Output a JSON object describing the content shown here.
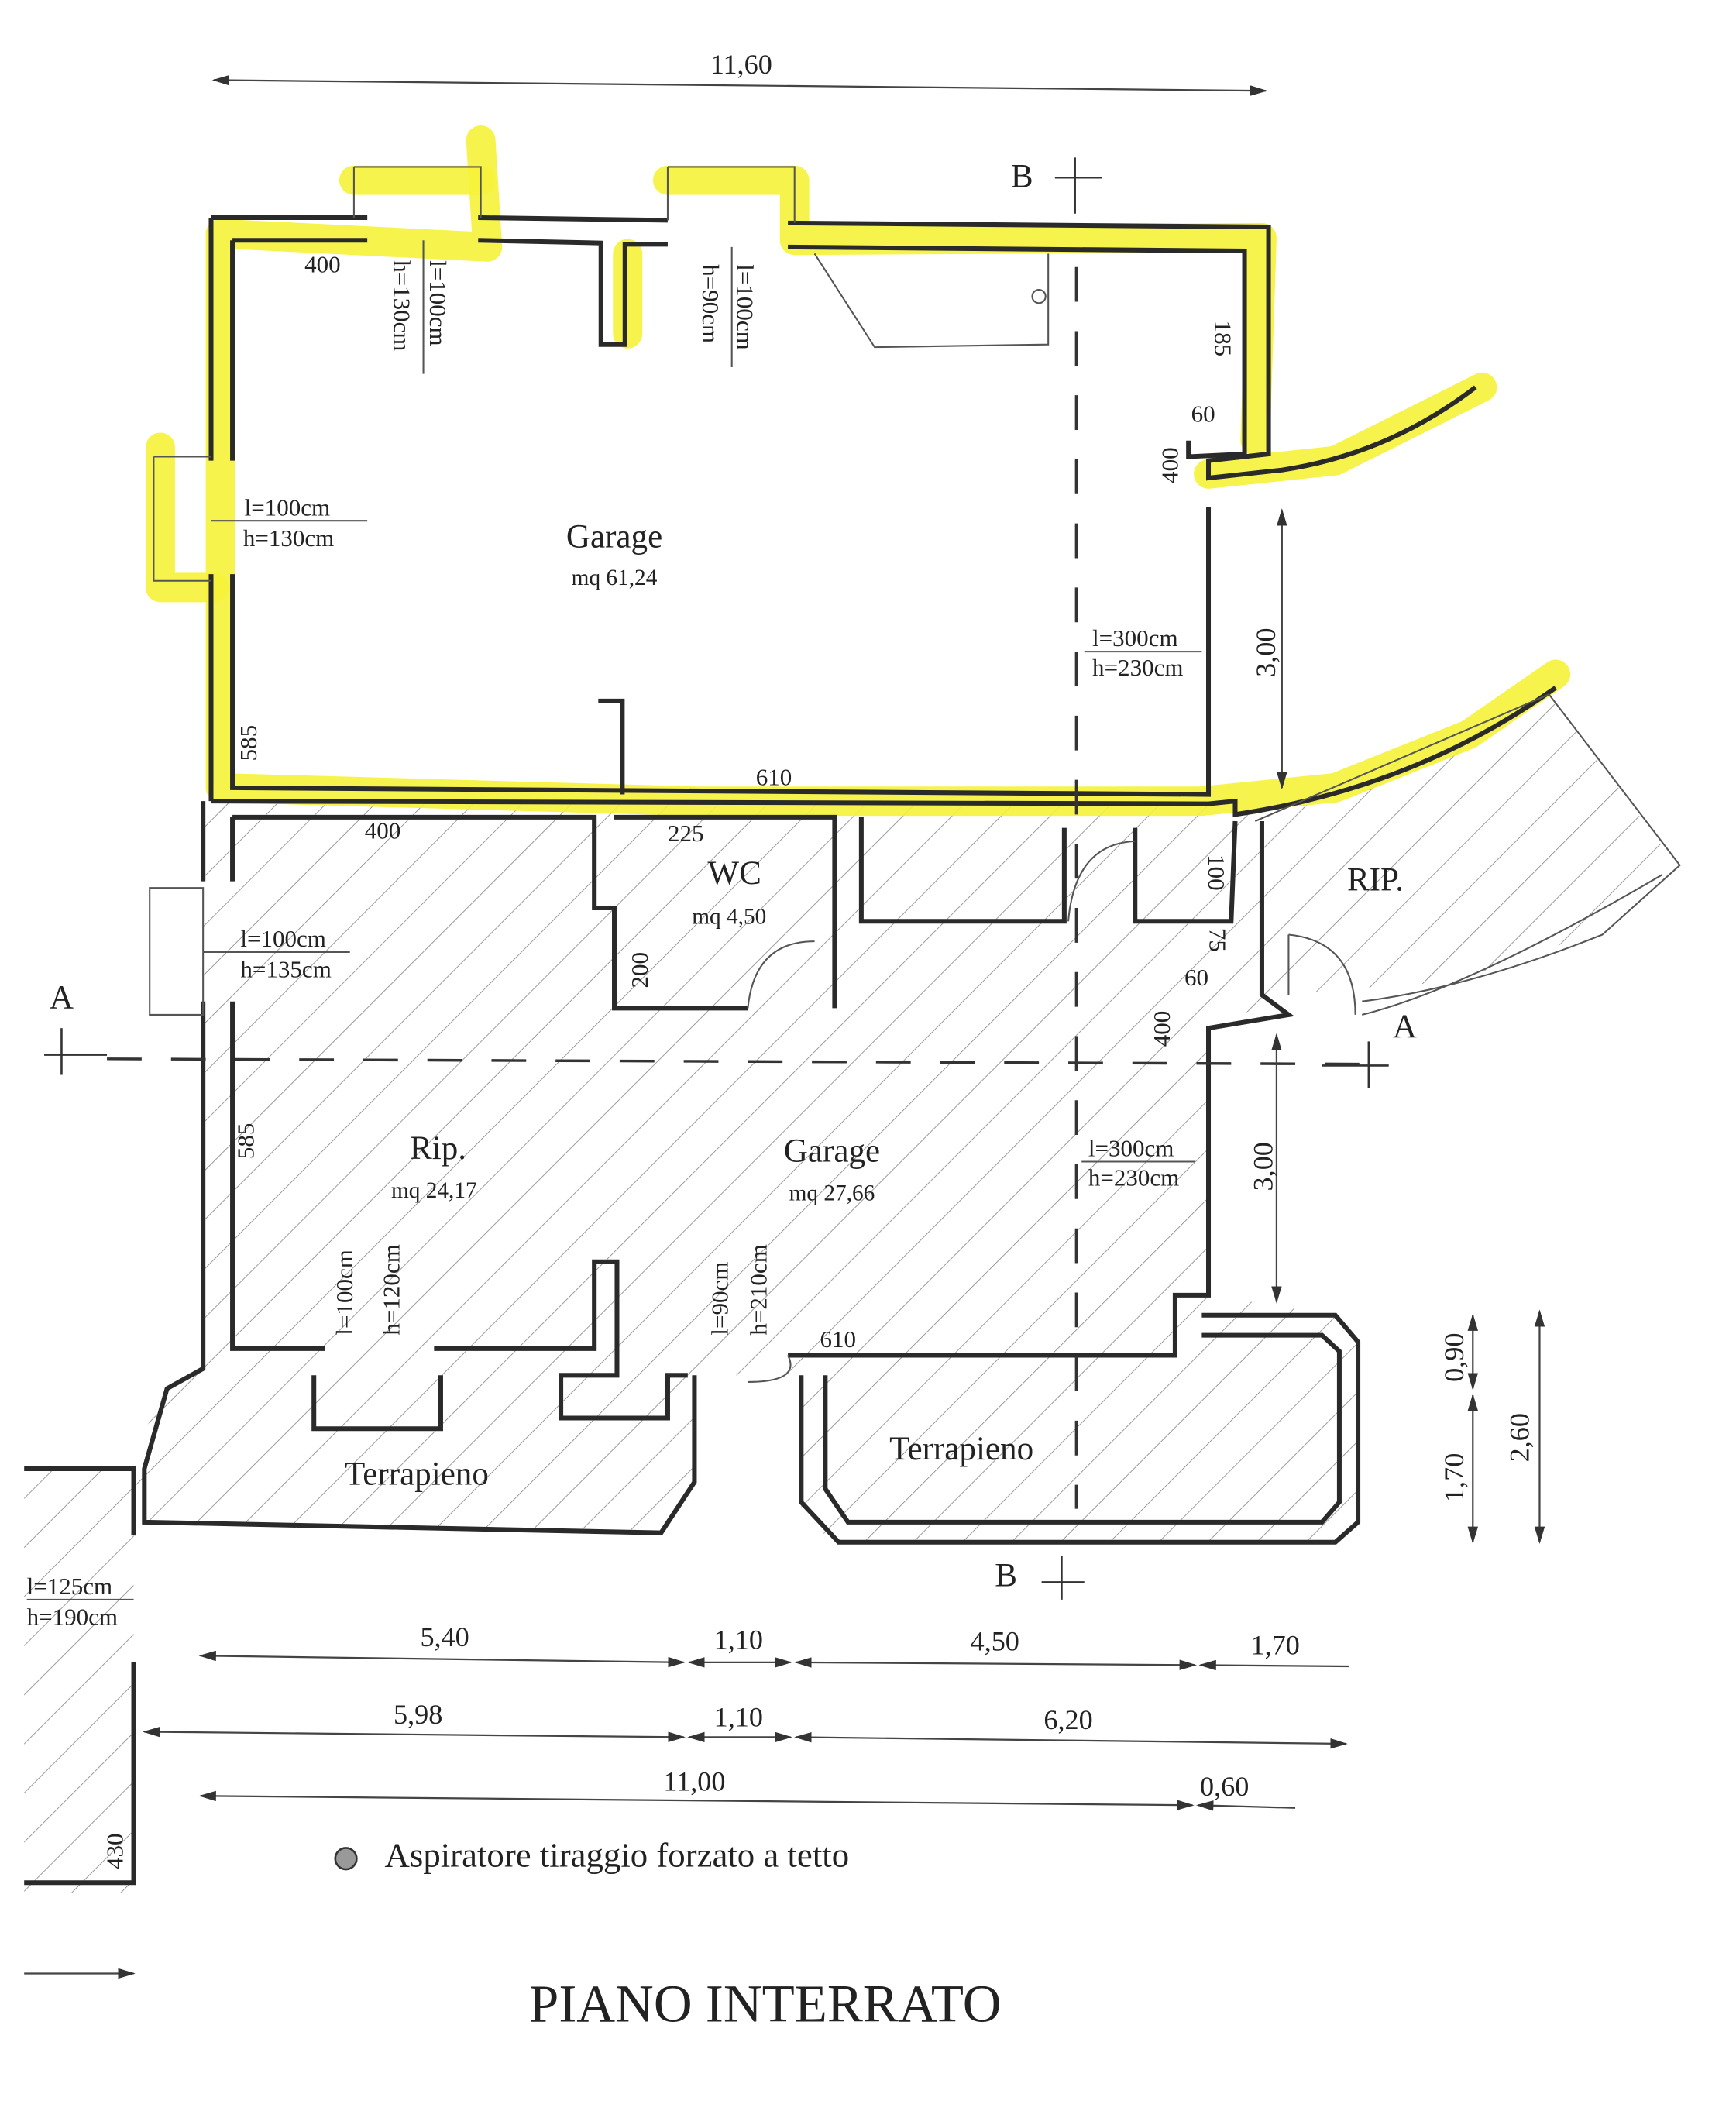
{
  "title": "PIANO INTERRATO",
  "legend": {
    "symbol": "fan-dot-icon",
    "label": "Aspiratore tiraggio forzato a tetto"
  },
  "colors": {
    "highlight": "#f6f23a",
    "wall": "#2a2a2a",
    "hatch": "#888888"
  },
  "section_markers": {
    "b_top": "B",
    "b_bottom": "B",
    "a_left": "A",
    "a_right": "A"
  },
  "rooms": {
    "garage_upper": {
      "name": "Garage",
      "area": "mq 61,24"
    },
    "wc": {
      "name": "WC",
      "area": "mq 4,50"
    },
    "rip": {
      "name": "Rip.",
      "area": "mq 24,17"
    },
    "garage_lower": {
      "name": "Garage",
      "area": "mq 27,66"
    },
    "rip_small": {
      "name": "RIP."
    },
    "terrapieno_left": {
      "name": "Terrapieno"
    },
    "terrapieno_right": {
      "name": "Terrapieno"
    }
  },
  "openings": [
    {
      "l": "l=100cm",
      "h": "h=130cm"
    },
    {
      "l": "l=100cm",
      "h": "h=90cm"
    },
    {
      "l": "l=100cm",
      "h": "h=130cm"
    },
    {
      "l": "l=300cm",
      "h": "h=230cm"
    },
    {
      "l": "l=100cm",
      "h": "h=135cm"
    },
    {
      "l": "l=300cm",
      "h": "h=230cm"
    },
    {
      "l": "l=100cm",
      "h": "h=120cm"
    },
    {
      "l": "l=90cm",
      "h": "h=210cm"
    },
    {
      "l": "l=125cm",
      "h": "h=190cm"
    }
  ],
  "wall_dims": [
    "400",
    "185",
    "60",
    "400",
    "585",
    "610",
    "400",
    "225",
    "100",
    "75",
    "60",
    "200",
    "400",
    "585",
    "610",
    "430"
  ],
  "overall_dims": {
    "top": "11,60",
    "right_upper": "3,00",
    "right_lower": "3,00",
    "side": [
      "0,90",
      "1,70",
      "2,60"
    ],
    "row1": [
      "5,40",
      "1,10",
      "4,50",
      "1,70"
    ],
    "row2": [
      "5,98",
      "1,10",
      "6,20"
    ],
    "row3": [
      "11,00",
      "0,60"
    ]
  }
}
